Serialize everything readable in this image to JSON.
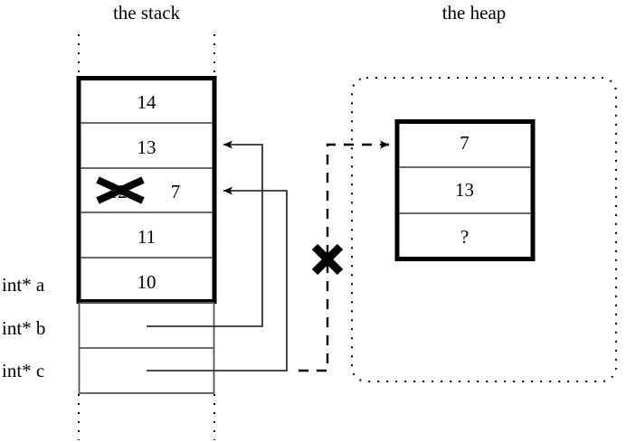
{
  "titles": {
    "stack": "the stack",
    "heap": "the heap"
  },
  "stack": {
    "allocated_cells": [
      {
        "value": "14"
      },
      {
        "value": "13"
      },
      {
        "value": "7",
        "struck_value": "12",
        "struck": true
      },
      {
        "value": "11"
      },
      {
        "value": "10"
      }
    ],
    "variables": [
      {
        "label": "int* a"
      },
      {
        "label": "int* b"
      },
      {
        "label": "int* c"
      }
    ]
  },
  "heap": {
    "cells": [
      {
        "value": "7"
      },
      {
        "value": "13"
      },
      {
        "value": "?"
      }
    ]
  },
  "annotations": {
    "invalid_pointer_mark": "X",
    "struck_value_mark": "X"
  },
  "colors": {
    "ink": "#000000",
    "rule": "#555555",
    "background": "#ffffff"
  }
}
